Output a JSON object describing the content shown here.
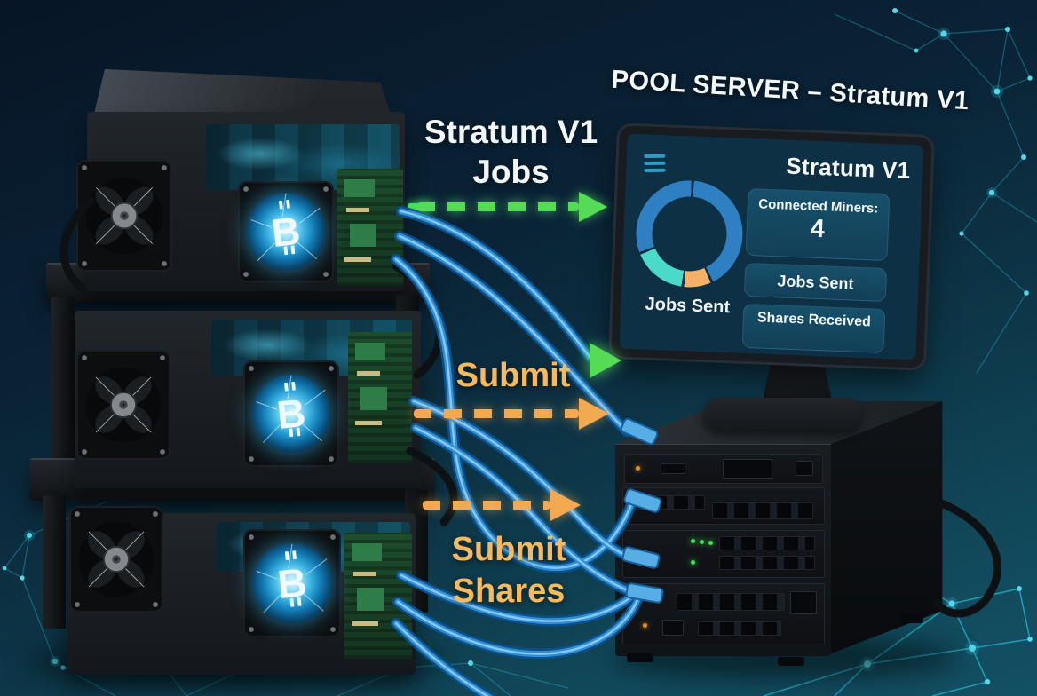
{
  "scene_title": "POOL SERVER – Stratum V1",
  "flows": {
    "jobs": {
      "label_line1": "Stratum V1",
      "label_line2": "Jobs"
    },
    "submit": {
      "label": "Submit"
    },
    "submit_shares": {
      "label_line1": "Submit",
      "label_line2": "Shares"
    }
  },
  "monitor": {
    "title": "Stratum V1",
    "donut_label": "Jobs Sent",
    "stats": [
      {
        "label": "Connected Miners:",
        "value": "4"
      },
      {
        "label": "Jobs Sent"
      },
      {
        "label": "Shares Received"
      }
    ]
  },
  "chart_data": {
    "type": "pie",
    "donut": true,
    "title": "Jobs Sent",
    "legend": "none",
    "slices": [
      {
        "name": "segment-1",
        "value": 42,
        "color": "#2e80c2"
      },
      {
        "name": "segment-2",
        "value": 9,
        "color": "#f3b167"
      },
      {
        "name": "segment-3",
        "value": 17,
        "color": "#4bdac9"
      },
      {
        "name": "segment-4",
        "value": 32,
        "color": "#2e80c2"
      }
    ]
  },
  "miners": {
    "count": 3,
    "coin_symbol": "B"
  },
  "icons": {
    "menu": "hamburger-icon",
    "coin": "bitcoin-icon"
  },
  "colors": {
    "background_top": "#07182a",
    "background_bottom": "#125064",
    "green_arrow": "#55db55",
    "orange_arrow": "#f2a94f",
    "orange_text": "#f7b95e",
    "white_text": "#f2f6f7",
    "screen_bg": "#0d3044",
    "panel_bg": "#154a61",
    "cable_blue": "#2f8fd6",
    "network_line": "#25b5cf"
  }
}
